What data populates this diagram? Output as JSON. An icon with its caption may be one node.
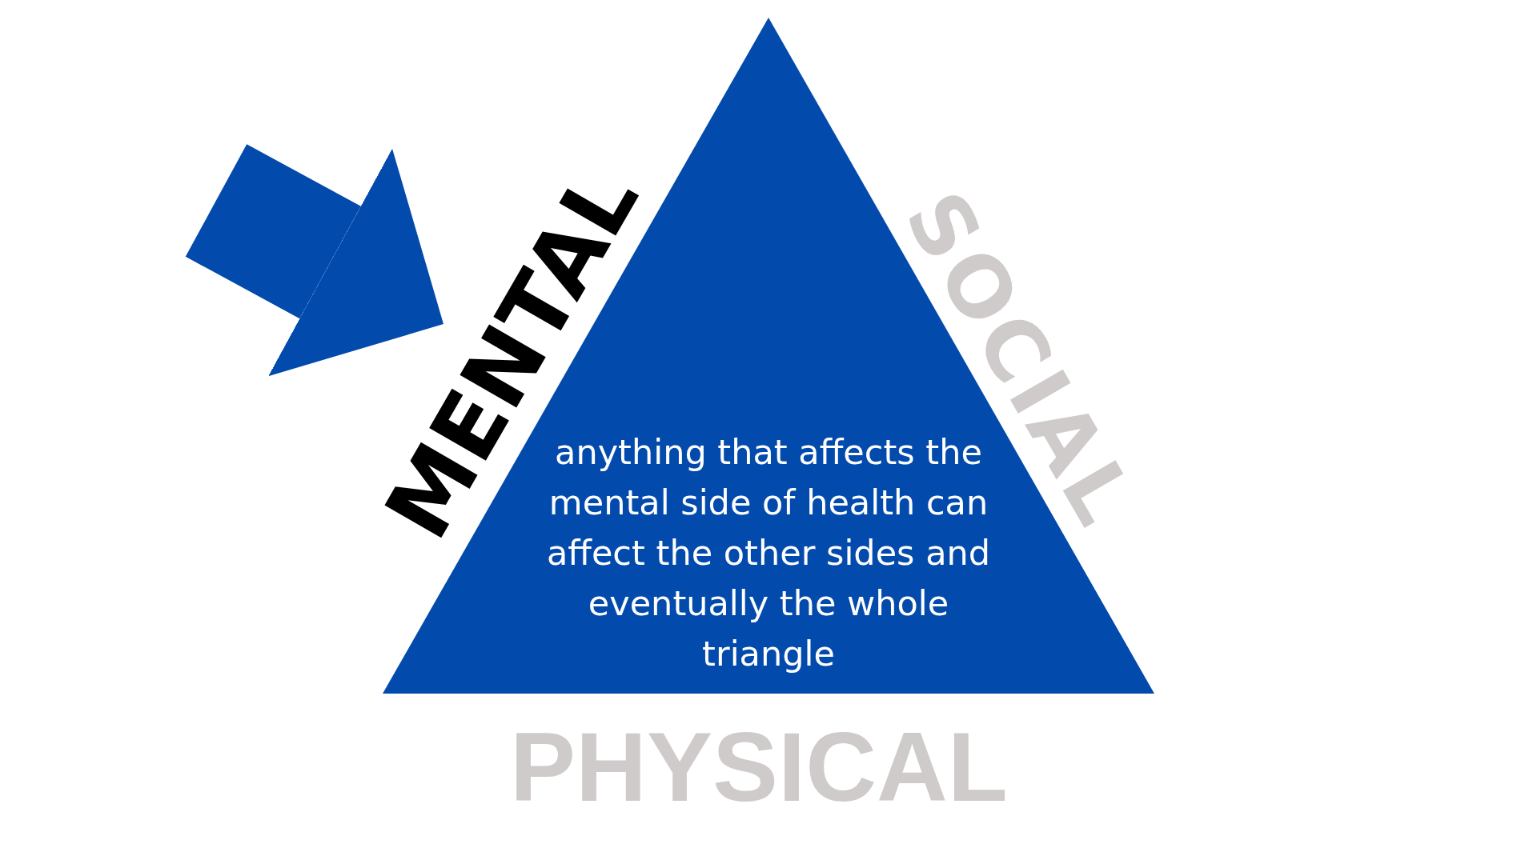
{
  "diagram": {
    "nodes": [
      {
        "text": [
          "anything that affects the mental side of health can affect the other sides and eventually the whole triangle"
        ],
        "beside": [
          "SOCIAL",
          "PHYSICAL"
        ]
      },
      {
        "text": [
          "MENTAL"
        ]
      }
    ],
    "edges": [
      {
        "from": null,
        "to": 1,
        "arrow": "to"
      }
    ]
  }
}
